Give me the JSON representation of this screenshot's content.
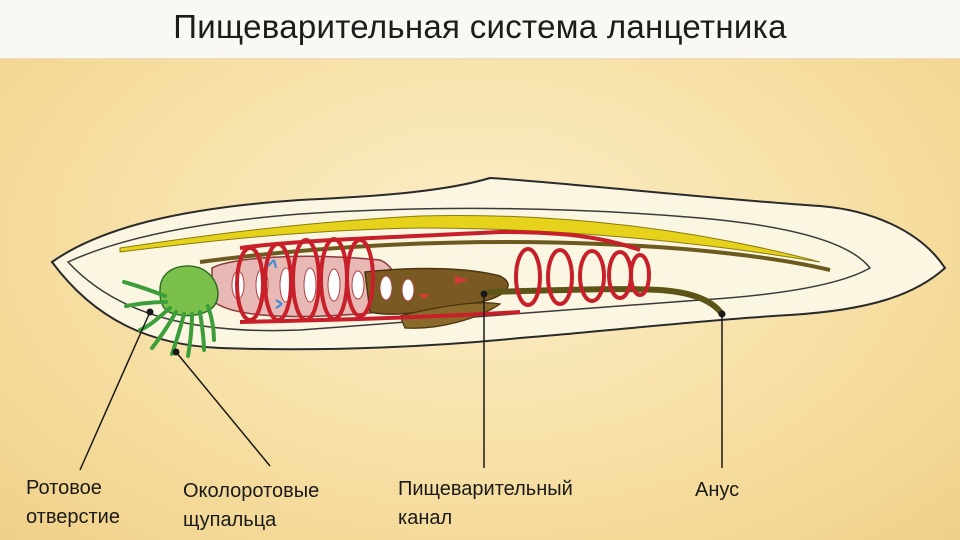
{
  "title": "Пищеварительная система ланцетника",
  "labels": {
    "mouth": [
      "Ротовое",
      "отверстие"
    ],
    "tentacles": [
      "Околоротовые",
      "щупальца"
    ],
    "canal": [
      "Пищеварительный",
      "канал"
    ],
    "anus": [
      "Анус"
    ]
  },
  "colors": {
    "background": "#f6dea1",
    "body_fill": "#fbf6e2",
    "notochord": "#6d5a1e",
    "nerve_cord": "#e6d21a",
    "pharynx_rings": "#c8202a",
    "pharynx_fill": "#e8b8b4",
    "gut": "#7a5a22",
    "intestine": "#5d5418",
    "tentacles": "#3c9e3a",
    "oral_hood": "#7ac04a"
  }
}
